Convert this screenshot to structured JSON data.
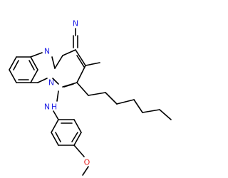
{
  "structure": {
    "atom_labels": {
      "nitrile_n": "N",
      "ring_n_top": "N",
      "ring_n_bridge": "N",
      "amine_n": "N",
      "amine_h": "H",
      "methoxy_o": "O"
    },
    "colors": {
      "bond": "#000000",
      "nitrogen": "#2323e6",
      "oxygen": "#e62323",
      "background": "#ffffff"
    }
  }
}
